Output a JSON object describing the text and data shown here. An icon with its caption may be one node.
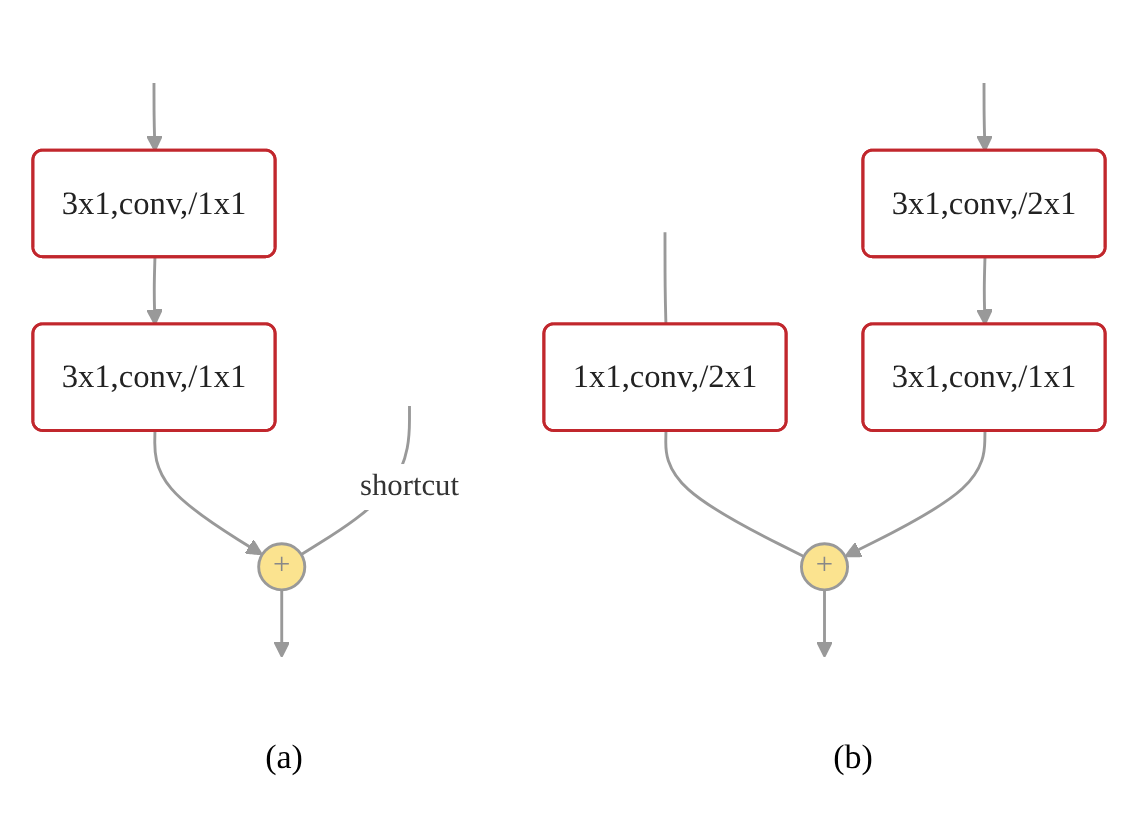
{
  "diagram": {
    "nodes": [
      {
        "text": [
          "3x1,conv,/1x1"
        ]
      },
      {
        "text": [
          "3x1,conv,/1x1"
        ]
      },
      {
        "text": [
          "+"
        ]
      },
      {
        "text": [
          "3x1,conv,/2x1"
        ]
      },
      {
        "text": [
          "1x1,conv,/2x1"
        ]
      },
      {
        "text": [
          "3x1,conv,/1x1"
        ]
      },
      {
        "text": [
          "+"
        ]
      }
    ],
    "edges": [
      {
        "from": null,
        "to": 0,
        "arrow": "to"
      },
      {
        "from": 0,
        "to": 1,
        "arrow": "to"
      },
      {
        "from": 1,
        "to": 2,
        "arrow": "to"
      },
      {
        "from": null,
        "to": 2,
        "arrow": "none",
        "label": "shortcut"
      },
      {
        "from": 2,
        "to": null,
        "arrow": "to"
      },
      {
        "from": null,
        "to": 3,
        "arrow": "to"
      },
      {
        "from": null,
        "to": 4,
        "arrow": "none"
      },
      {
        "from": 3,
        "to": 5,
        "arrow": "to"
      },
      {
        "from": 4,
        "to": 6,
        "arrow": "none"
      },
      {
        "from": 5,
        "to": 6,
        "arrow": "to"
      },
      {
        "from": 6,
        "to": null,
        "arrow": "to"
      }
    ],
    "labels": [
      "(a)",
      "(b)"
    ]
  }
}
